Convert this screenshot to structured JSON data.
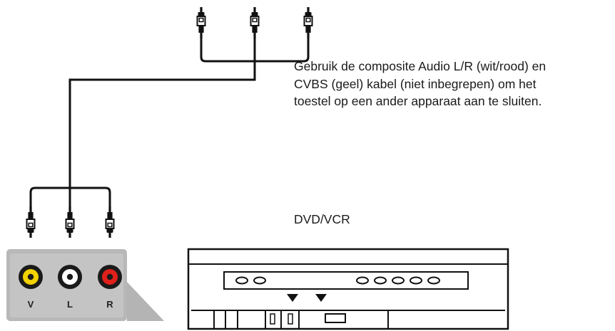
{
  "instruction": {
    "lines": [
      "Gebruik de composite Audio L/R (wit/rood) en",
      "CVBS (geel) kabel (niet inbegrepen) om het",
      "toestel op een ander apparaat aan te sluiten."
    ]
  },
  "device": {
    "label": "DVD/VCR"
  },
  "panel": {
    "ports": [
      {
        "id": "video",
        "label": "V",
        "color": "#f2d200"
      },
      {
        "id": "audio-left",
        "label": "L",
        "color": "#ffffff"
      },
      {
        "id": "audio-right",
        "label": "R",
        "color": "#e0201a"
      }
    ]
  }
}
